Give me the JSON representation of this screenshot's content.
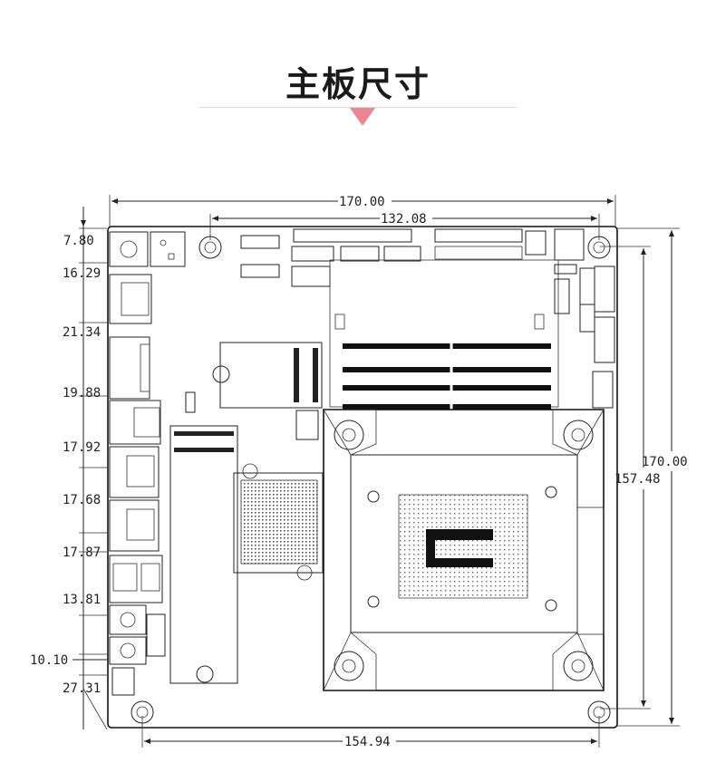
{
  "title": "主板尺寸",
  "accent_color": "#ee8595",
  "dimensions": {
    "width_total": "170.00",
    "width_inner": "132.08",
    "width_bottom": "154.94",
    "height_total": "170.00",
    "height_inner": "157.48"
  },
  "left_offsets": [
    "7.80",
    "16.29",
    "21.34",
    "19.88",
    "17.92",
    "17.68",
    "17.87",
    "13.81",
    "10.10",
    "27.31"
  ]
}
